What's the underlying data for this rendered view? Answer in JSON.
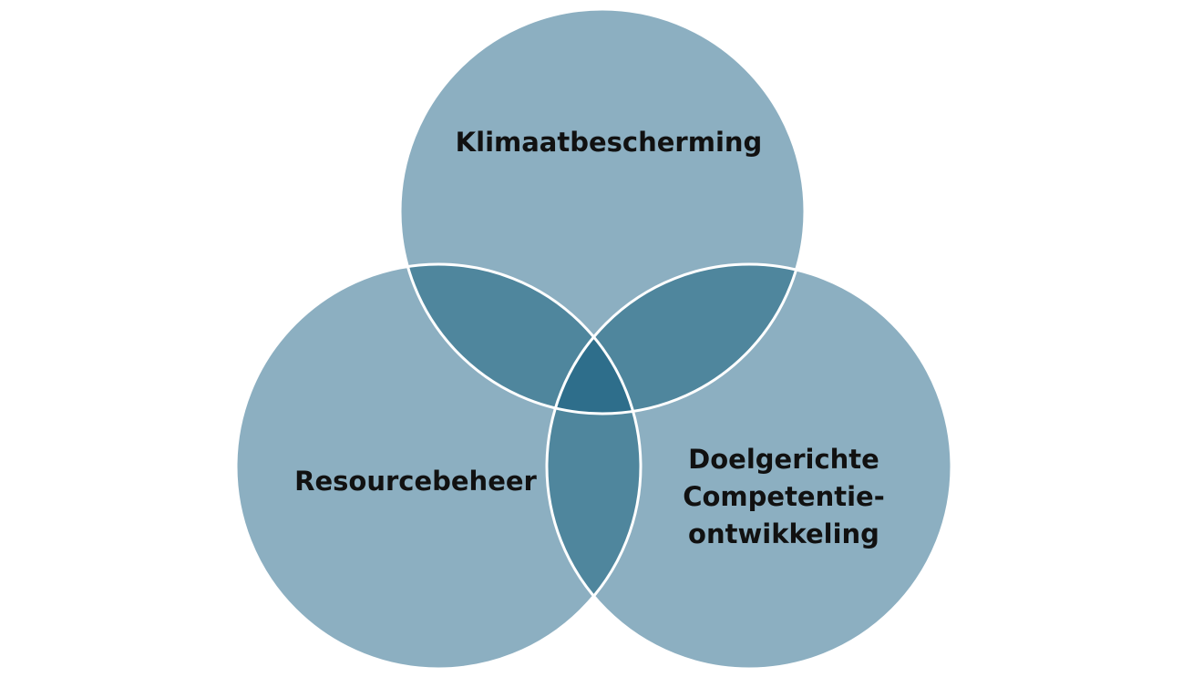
{
  "diagram": {
    "circles": [
      {
        "id": "top",
        "label_lines": [
          "Klimaatbescherming"
        ]
      },
      {
        "id": "left",
        "label_lines": [
          "Resourcebeheer"
        ]
      },
      {
        "id": "right",
        "label_lines": [
          "Doelgerichte",
          "Competentie-",
          "ontwikkeling"
        ]
      }
    ],
    "colors": {
      "circle_fill": "#8cafc1",
      "pair_overlap": "#4f869d",
      "center_overlap": "#2e6e8b",
      "outline": "#ffffff"
    }
  }
}
